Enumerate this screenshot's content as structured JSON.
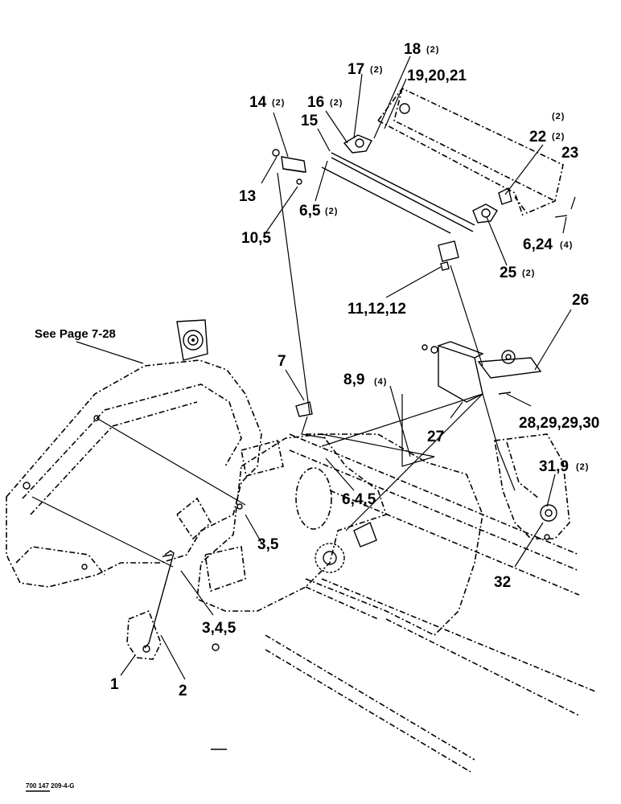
{
  "diagram": {
    "reference_note": "See Page 7-28",
    "drawing_code": "700 147 209-4-G",
    "callouts": [
      {
        "id": "c1",
        "label": "1",
        "qty": ""
      },
      {
        "id": "c2",
        "label": "2",
        "qty": ""
      },
      {
        "id": "c345",
        "label": "3,4,5",
        "qty": ""
      },
      {
        "id": "c35",
        "label": "3,5",
        "qty": ""
      },
      {
        "id": "c645",
        "label": "6,4,5",
        "qty": ""
      },
      {
        "id": "c7",
        "label": "7",
        "qty": ""
      },
      {
        "id": "c89",
        "label": "8,9",
        "qty": "(4)"
      },
      {
        "id": "c105",
        "label": "10,5",
        "qty": ""
      },
      {
        "id": "c111212",
        "label": "11,12,12",
        "qty": ""
      },
      {
        "id": "c13",
        "label": "13",
        "qty": ""
      },
      {
        "id": "c14",
        "label": "14",
        "qty": "(2)"
      },
      {
        "id": "c15",
        "label": "15",
        "qty": ""
      },
      {
        "id": "c16",
        "label": "16",
        "qty": "(2)"
      },
      {
        "id": "c65",
        "label": "6,5",
        "qty": "(2)"
      },
      {
        "id": "c17",
        "label": "17",
        "qty": "(2)"
      },
      {
        "id": "c18",
        "label": "18",
        "qty": "(2)"
      },
      {
        "id": "c192021",
        "label": "19,20,21",
        "qty": ""
      },
      {
        "id": "cq2",
        "label": "",
        "qty": "(2)"
      },
      {
        "id": "c22",
        "label": "22",
        "qty": "(2)"
      },
      {
        "id": "c23",
        "label": "23",
        "qty": ""
      },
      {
        "id": "c624",
        "label": "6,24",
        "qty": "(4)"
      },
      {
        "id": "c25",
        "label": "25",
        "qty": "(2)"
      },
      {
        "id": "c26",
        "label": "26",
        "qty": ""
      },
      {
        "id": "c27",
        "label": "27",
        "qty": ""
      },
      {
        "id": "c28",
        "label": "28,29,29,30",
        "qty": ""
      },
      {
        "id": "c319",
        "label": "31,9",
        "qty": "(2)"
      },
      {
        "id": "c32",
        "label": "32",
        "qty": ""
      }
    ]
  }
}
